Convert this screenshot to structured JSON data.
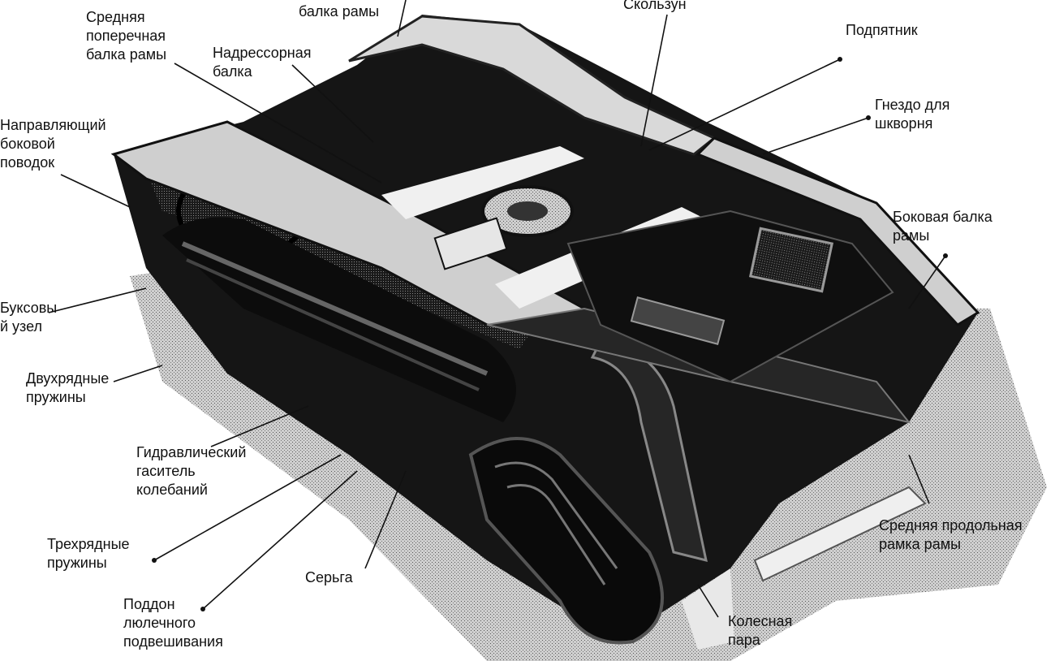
{
  "labels": {
    "frame_beam_top": [
      "балка рамы"
    ],
    "slider": [
      "Скользун"
    ],
    "middle_cross_beam": [
      "Средняя",
      "поперечная",
      "балка рамы"
    ],
    "bolster_beam": [
      "Надрессорная",
      "балка"
    ],
    "center_plate": [
      "Подпятник"
    ],
    "kingpin_socket": [
      "Гнездо для",
      "шкворня"
    ],
    "side_guide_link": [
      "Направляющий",
      "боковой",
      "поводок"
    ],
    "side_frame_beam": [
      "Боковая балка",
      "рамы"
    ],
    "axle_box": [
      "Буксовы",
      "й узел"
    ],
    "double_row_springs": [
      "Двухрядные",
      "пружины"
    ],
    "hydraulic_damper": [
      "Гидравлический",
      "гаситель",
      "колебаний"
    ],
    "triple_row_springs": [
      "Трехрядные",
      "пружины"
    ],
    "shackle": [
      "Серьга"
    ],
    "cradle_pan": [
      "Поддон",
      "люлечного",
      "подвешивания"
    ],
    "wheelset": [
      "Колесная",
      "пара"
    ],
    "middle_longitudinal_frame": [
      "Средняя продольная",
      "рамка рамы"
    ]
  },
  "colors": {
    "body": "#111111",
    "frame_top": "#e6e6e6",
    "background": "#ffffff"
  }
}
